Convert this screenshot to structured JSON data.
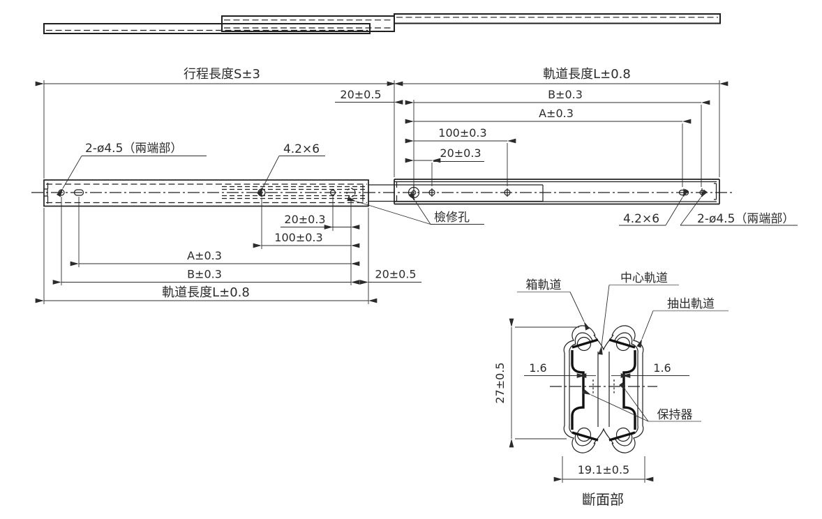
{
  "colors": {
    "background": "#ffffff",
    "line": "#1f1f1f",
    "text": "#2b2b2b",
    "callout_underline_gray": "#9b9b9b"
  },
  "left_view": {
    "stroke_length": "行程長度S±3",
    "rail_length": "軌道長度L±0.8",
    "dim_b": "B±0.3",
    "dim_a": "A±0.3",
    "dim_100": "100±0.3",
    "dim_20": "20±0.3",
    "dim_20_end": "20±0.5",
    "callout_end_holes": "2-ø4.5（兩端部）",
    "callout_slot": "4.2×6"
  },
  "right_view": {
    "rail_length": "軌道長度L±0.8",
    "dim_b": "B±0.3",
    "dim_a": "A±0.3",
    "dim_100": "100±0.3",
    "dim_20": "20±0.3",
    "dim_20_end": "20±0.5",
    "callout_inspection": "檢修孔",
    "callout_slot": "4.2×6",
    "callout_end_holes": "2-ø4.5（兩端部）"
  },
  "section_view": {
    "caption": "斷面部",
    "cabinet_rail": "箱軌道",
    "center_rail": "中心軌道",
    "drawer_rail": "抽出軌道",
    "retainer": "保持器",
    "dim_height": "27±0.5",
    "dim_width": "19.1±0.5",
    "dim_thickness_left": "1.6",
    "dim_thickness_right": "1.6"
  }
}
